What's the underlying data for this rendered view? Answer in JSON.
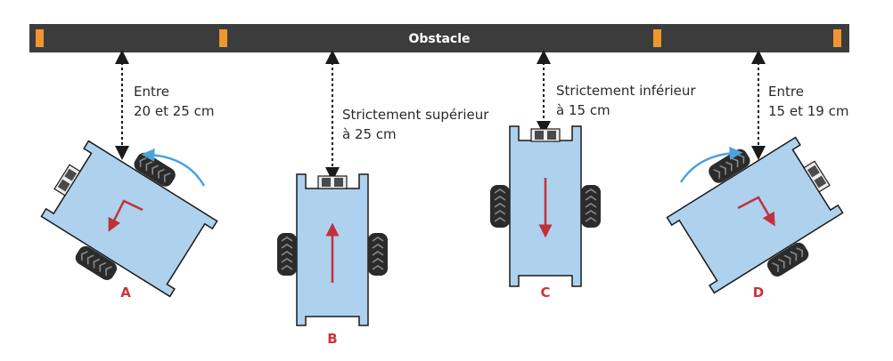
{
  "obstacle": {
    "label": "Obstacle",
    "bar_color": "#3c3c3c",
    "marker_color": "#f0962e"
  },
  "robots": [
    {
      "id": "A",
      "letter": "A",
      "condition_lines": [
        "Entre",
        "20 et 25 cm"
      ]
    },
    {
      "id": "B",
      "letter": "B",
      "condition_lines": [
        "Strictement supérieur",
        "à 25 cm"
      ]
    },
    {
      "id": "C",
      "letter": "C",
      "condition_lines": [
        "Strictement inférieur",
        "à 15 cm"
      ]
    },
    {
      "id": "D",
      "letter": "D",
      "condition_lines": [
        "Entre",
        "15 et 19 cm"
      ]
    }
  ],
  "colors": {
    "chassis_fill": "#aed1ee",
    "chassis_stroke": "#1a1a1a",
    "direction_arrow": "#c0313c",
    "rotation_arrow": "#4ba3dc",
    "letter": "#c9343a",
    "wheel": "#2b2b2b"
  }
}
